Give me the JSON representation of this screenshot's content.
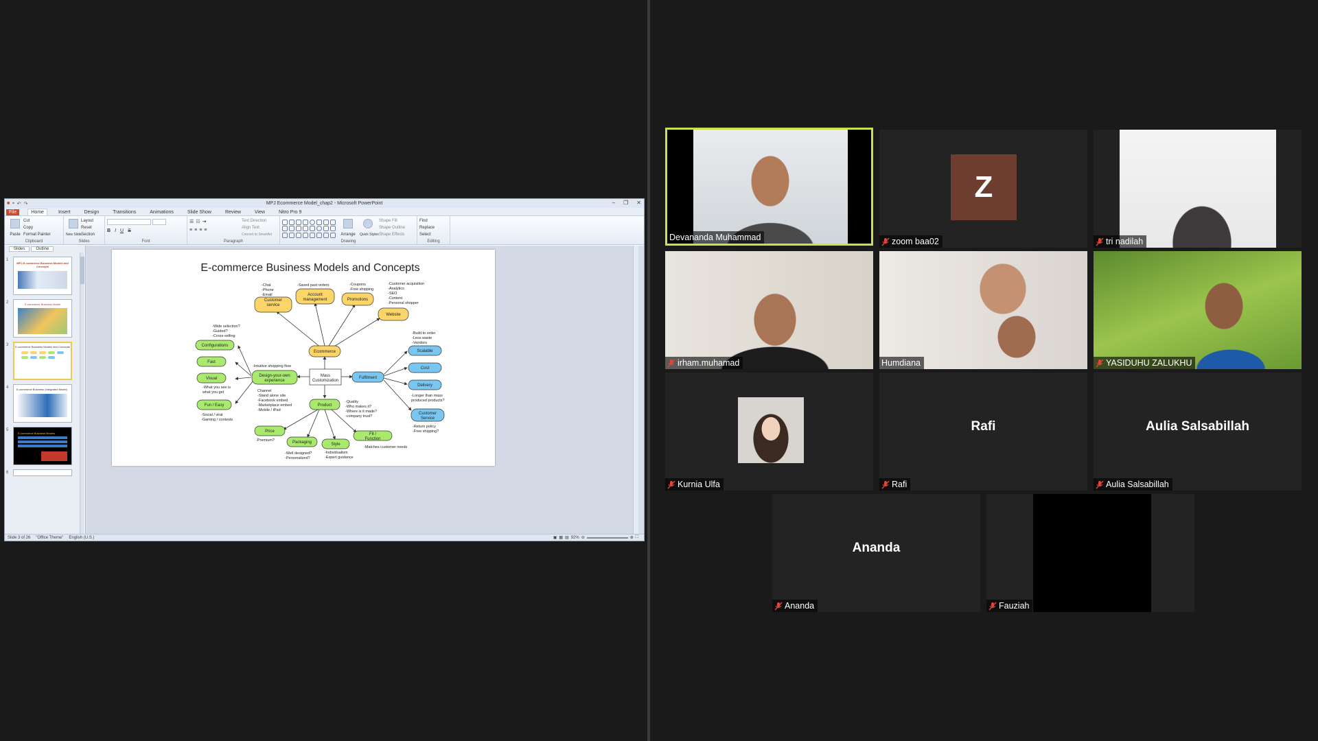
{
  "ppt": {
    "window_title": "MPJ Ecommerce Model_chap2 - Microsoft PowerPoint",
    "tabs": [
      "File",
      "Home",
      "Insert",
      "Design",
      "Transitions",
      "Animations",
      "Slide Show",
      "Review",
      "View",
      "Nitro Pro 9"
    ],
    "ribbon": {
      "clipboard": {
        "label": "Clipboard",
        "paste": "Paste",
        "cut": "Cut",
        "copy": "Copy",
        "format_painter": "Format Painter"
      },
      "slides": {
        "label": "Slides",
        "new_slide": "New Slide",
        "layout": "Layout",
        "reset": "Reset",
        "section": "Section"
      },
      "font": {
        "label": "Font"
      },
      "paragraph": {
        "label": "Paragraph",
        "text_direction": "Text Direction",
        "align_text": "Align Text",
        "smartart": "Convert to SmartArt"
      },
      "drawing": {
        "label": "Drawing",
        "arrange": "Arrange",
        "quick_styles": "Quick Styles",
        "shape_fill": "Shape Fill",
        "shape_outline": "Shape Outline",
        "shape_effects": "Shape Effects"
      },
      "editing": {
        "label": "Editing",
        "find": "Find",
        "replace": "Replace",
        "select": "Select"
      }
    },
    "panel_tabs": [
      "Slides",
      "Outline"
    ],
    "thumb_numbers": [
      "1",
      "2",
      "3",
      "4",
      "5",
      "6"
    ],
    "thumb_texts": {
      "t1_title": "MPJ-E-commerce Business Models and Concepts",
      "t2_title": "E-commerce Business Model",
      "t3_title": "E-commerce Business Models and Concepts",
      "t4_title": "E-commerce Business (Integrated Model)",
      "t5_title": "E-commerce Business Models"
    },
    "slide": {
      "title": "E-commerce Business Models and Concepts",
      "nodes": {
        "customer_service_top": "Customer service",
        "account_management": "Account management",
        "promotions": "Promotions",
        "website": "Website",
        "ecommerce": "Ecommerce",
        "configurations": "Configurations",
        "fast": "Fast",
        "visual": "Visual",
        "fun_easy": "Fun / Easy",
        "design_your_own": "Design-your-own experience",
        "mass_customization": "Mass Customization",
        "fulfilment": "Fulfilment",
        "scalable": "Scalable",
        "cost": "Cost",
        "delivery": "Delivery",
        "customer_service_right": "Customer Service",
        "product": "Product",
        "price": "Price",
        "packaging": "Packaging",
        "style": "Style",
        "fit_function": "Fit / Function"
      },
      "notes": {
        "cs_top": [
          "-Chat",
          "-Phone",
          "-Email"
        ],
        "acct": [
          "-Saved past orders"
        ],
        "promo": [
          "-Coupons",
          "-Free shipping"
        ],
        "web": [
          "-Customer acquisition",
          "-Analytics",
          "-SEO",
          "-Content",
          "-Personal shopper"
        ],
        "config": [
          "-Wide selection?",
          "-Guided?",
          "-Cross-selling"
        ],
        "intuitive": [
          "-Intuitive shopping flow"
        ],
        "visual": [
          "-What you see is",
          "what you get"
        ],
        "fun": [
          "-Social / viral",
          "-Gaming / contests"
        ],
        "channel": [
          "Channel",
          "-Stand alone site",
          "-Facebook embed",
          "-Marketplace embed",
          "-Mobile / iPad"
        ],
        "product": [
          "-Quality",
          "-Who makes it?",
          "-Where is it made?",
          "-company trust?"
        ],
        "scalable": [
          "-Build to order",
          "-Less waste",
          "-Vendors"
        ],
        "delivery": [
          "-Longer than mass",
          "produced products?"
        ],
        "cs_right": [
          "-Return policy",
          "-Free shipping?"
        ],
        "price": [
          "-Premium?"
        ],
        "packaging": [
          "-Well designed?",
          "-Personalized?"
        ],
        "style": [
          "-Individualism",
          "-Expert guidance"
        ],
        "fit": [
          "-Matches customer needs"
        ]
      }
    },
    "status": {
      "slide": "Slide 3 of 26",
      "theme": "\"Office Theme\"",
      "language": "English (U.S.)",
      "zoom": "92%"
    }
  },
  "participants": [
    {
      "name": "Devananda Muhammad",
      "muted": false,
      "speaking": true
    },
    {
      "name": "zoom baa02",
      "muted": true,
      "avatar_letter": "Z"
    },
    {
      "name": "tri nadilah",
      "muted": true
    },
    {
      "name": "irham.muhamad",
      "muted": true
    },
    {
      "name": "Humdiana",
      "muted": false
    },
    {
      "name": "YASIDUHU ZALUKHU",
      "muted": true
    },
    {
      "name": "Kurnia Ulfa",
      "muted": true
    },
    {
      "name": "Rafi",
      "muted": true
    },
    {
      "name": "Aulia Salsabillah",
      "muted": true
    },
    {
      "name": "Ananda",
      "muted": true
    },
    {
      "name": "Fauziah",
      "muted": true
    }
  ],
  "colors": {
    "speaking_border": "#c6e24d",
    "muted_icon": "#e0443a",
    "yellow_node": "#fbd46a",
    "green_node": "#a9ea6e",
    "blue_node": "#79c6f0"
  }
}
